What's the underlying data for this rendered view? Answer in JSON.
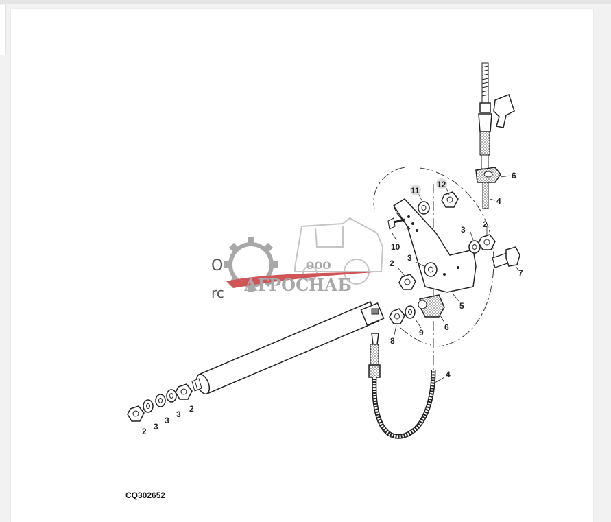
{
  "figure": {
    "code": "CQ302652",
    "callouts": {
      "c12": "12",
      "c11": "11",
      "c6a": "6",
      "c4a": "4",
      "c10": "10",
      "c3a": "3",
      "c2a": "2",
      "c7": "7",
      "c2b": "2",
      "c3b": "3",
      "c5": "5",
      "c6b": "6",
      "c9": "9",
      "c8": "8",
      "c4b": "4",
      "r2a": "2",
      "r3a": "3",
      "r3b": "3",
      "r3c": "3",
      "r2b": "2"
    }
  },
  "watermark": {
    "ooo": "ООО",
    "brand": "АГРОСНАБ",
    "colors": {
      "gray": "#9a9a9a",
      "red": "#c8383a"
    }
  },
  "stray_text": {
    "left1": "О",
    "left2": "rc"
  }
}
